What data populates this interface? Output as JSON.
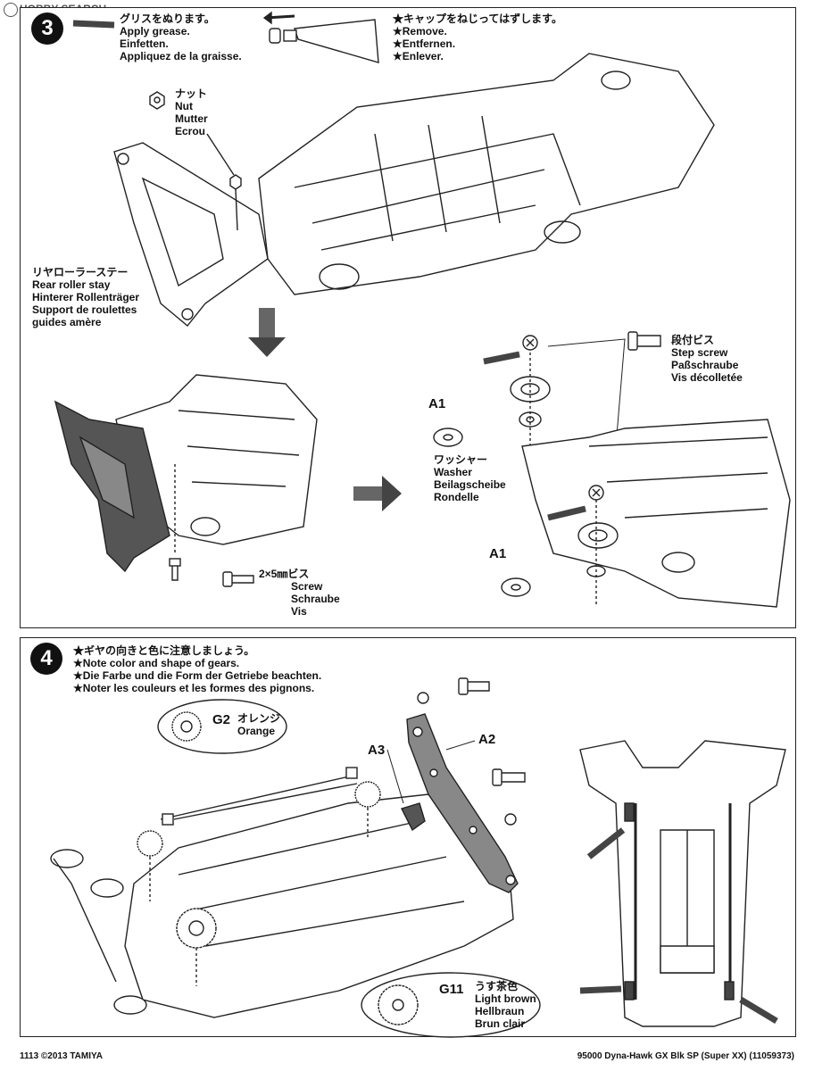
{
  "watermark": "HOBBY SEARCH",
  "step3": {
    "number": "3",
    "grease": [
      "グリスをぬります。",
      "Apply grease.",
      "Einfetten.",
      "Appliquez de la graisse."
    ],
    "cap": [
      "★キャップをねじってはずします。",
      "★Remove.",
      "★Entfernen.",
      "★Enlever."
    ],
    "nut": [
      "ナット",
      "Nut",
      "Mutter",
      "Ecrou"
    ],
    "rear_roller_stay": [
      "リヤローラーステー",
      "Rear roller stay",
      "Hinterer Rollenträger",
      "Support de roulettes",
      "guides amère"
    ],
    "step_screw": [
      "段付ビス",
      "Step screw",
      "Paßschraube",
      "Vis décolletée"
    ],
    "washer": [
      "ワッシャー",
      "Washer",
      "Beilagscheibe",
      "Rondelle"
    ],
    "screw": [
      "2×5㎜ビス",
      "Screw",
      "Schraube",
      "Vis"
    ],
    "label_a1_top": "A1",
    "label_a1_bottom": "A1"
  },
  "step4": {
    "number": "4",
    "notes": [
      "★ギヤの向きと色に注意しましょう。",
      "★Note color and shape of gears.",
      "★Die Farbe und die Form der Getriebe beachten.",
      "★Noter les couleurs et les formes des pignons."
    ],
    "g2_label": "G2",
    "g2_text": [
      "オレンジ",
      "Orange"
    ],
    "g11_label": "G11",
    "g11_text": [
      "うす茶色",
      "Light brown",
      "Hellbraun",
      "Brun clair"
    ],
    "label_a3": "A3",
    "label_a2": "A2"
  },
  "footer": {
    "left": "1113 ©2013 TAMIYA",
    "right": "95000 Dyna-Hawk GX Blk SP (Super XX) (11059373)"
  }
}
